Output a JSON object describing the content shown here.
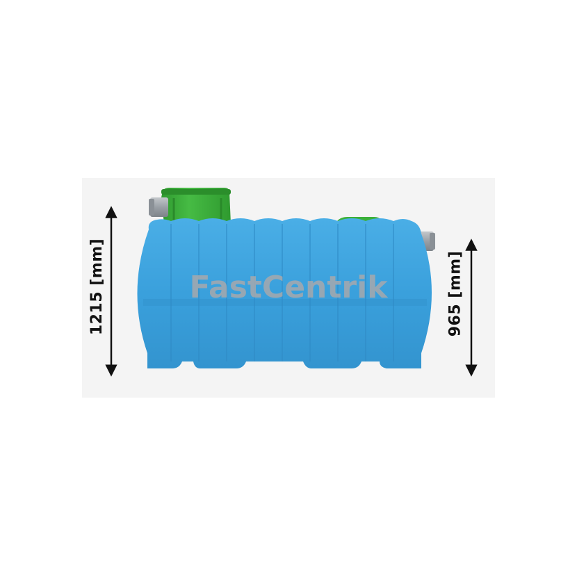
{
  "watermark": "FastCentrik",
  "dimensions": {
    "total_height_label": "1215 [mm]",
    "body_height_label": "965 [mm]"
  },
  "colors": {
    "tank_body": "#3aa0dc",
    "tank_shadow": "#2c86c0",
    "tank_cover": "#3bb03a",
    "pipe": "#9aa0a6",
    "arrow": "#111111",
    "panel_bg": "#f4f4f4"
  }
}
